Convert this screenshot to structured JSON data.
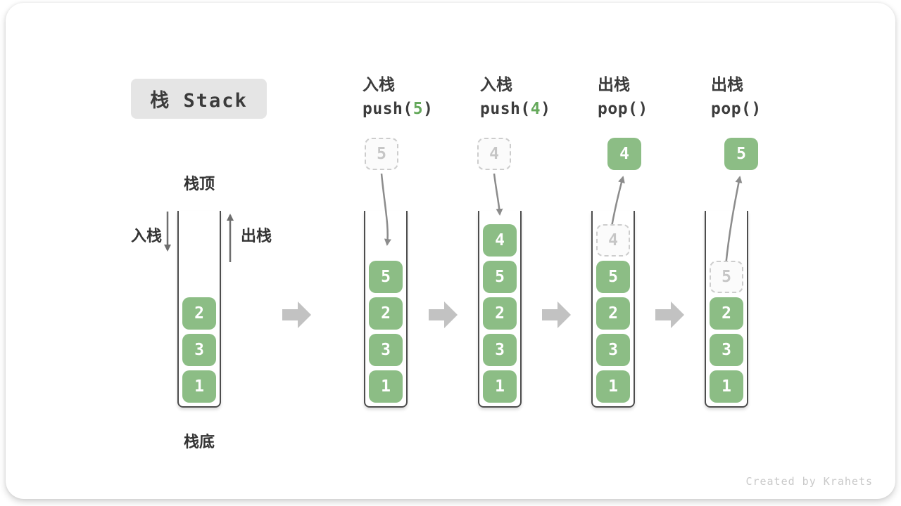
{
  "title_badge": "栈 Stack",
  "watermark": "Created by Krahets",
  "colors": {
    "block_green": "#8cbd85",
    "code_arg_green": "#65a95b",
    "ghost_text": "#c6c6c6",
    "ghost_border": "#cdcdcd",
    "label_dark": "#3c3c3c",
    "flow_arrow_gray": "#c2c2c2",
    "curve_arrow_gray": "#8c8c8c",
    "wall_gray": "#4d4d4d",
    "badge_bg": "#e5e5e5"
  },
  "labels": {
    "stack_top": "栈顶",
    "stack_bottom": "栈底",
    "push_side": "入栈",
    "pop_side": "出栈"
  },
  "columns": [
    {
      "stack": [
        {
          "v": "2"
        },
        {
          "v": "3"
        },
        {
          "v": "1"
        }
      ]
    },
    {
      "op": {
        "title": "入栈",
        "code_pre": "push(",
        "code_arg": "5",
        "code_post": ")"
      },
      "float": {
        "v": "5",
        "ghost": true
      },
      "stack": [
        {
          "v": "5"
        },
        {
          "v": "2"
        },
        {
          "v": "3"
        },
        {
          "v": "1"
        }
      ]
    },
    {
      "op": {
        "title": "入栈",
        "code_pre": "push(",
        "code_arg": "4",
        "code_post": ")"
      },
      "float": {
        "v": "4",
        "ghost": true
      },
      "stack": [
        {
          "v": "4"
        },
        {
          "v": "5"
        },
        {
          "v": "2"
        },
        {
          "v": "3"
        },
        {
          "v": "1"
        }
      ]
    },
    {
      "op": {
        "title": "出栈",
        "code_pre": "pop()",
        "code_arg": "",
        "code_post": ""
      },
      "float": {
        "v": "4",
        "ghost": false
      },
      "stack": [
        {
          "v": "4",
          "ghost": true
        },
        {
          "v": "5"
        },
        {
          "v": "2"
        },
        {
          "v": "3"
        },
        {
          "v": "1"
        }
      ]
    },
    {
      "op": {
        "title": "出栈",
        "code_pre": "pop()",
        "code_arg": "",
        "code_post": ""
      },
      "float": {
        "v": "5",
        "ghost": false
      },
      "stack": [
        {
          "v": "5",
          "ghost": true
        },
        {
          "v": "2"
        },
        {
          "v": "3"
        },
        {
          "v": "1"
        }
      ]
    }
  ]
}
